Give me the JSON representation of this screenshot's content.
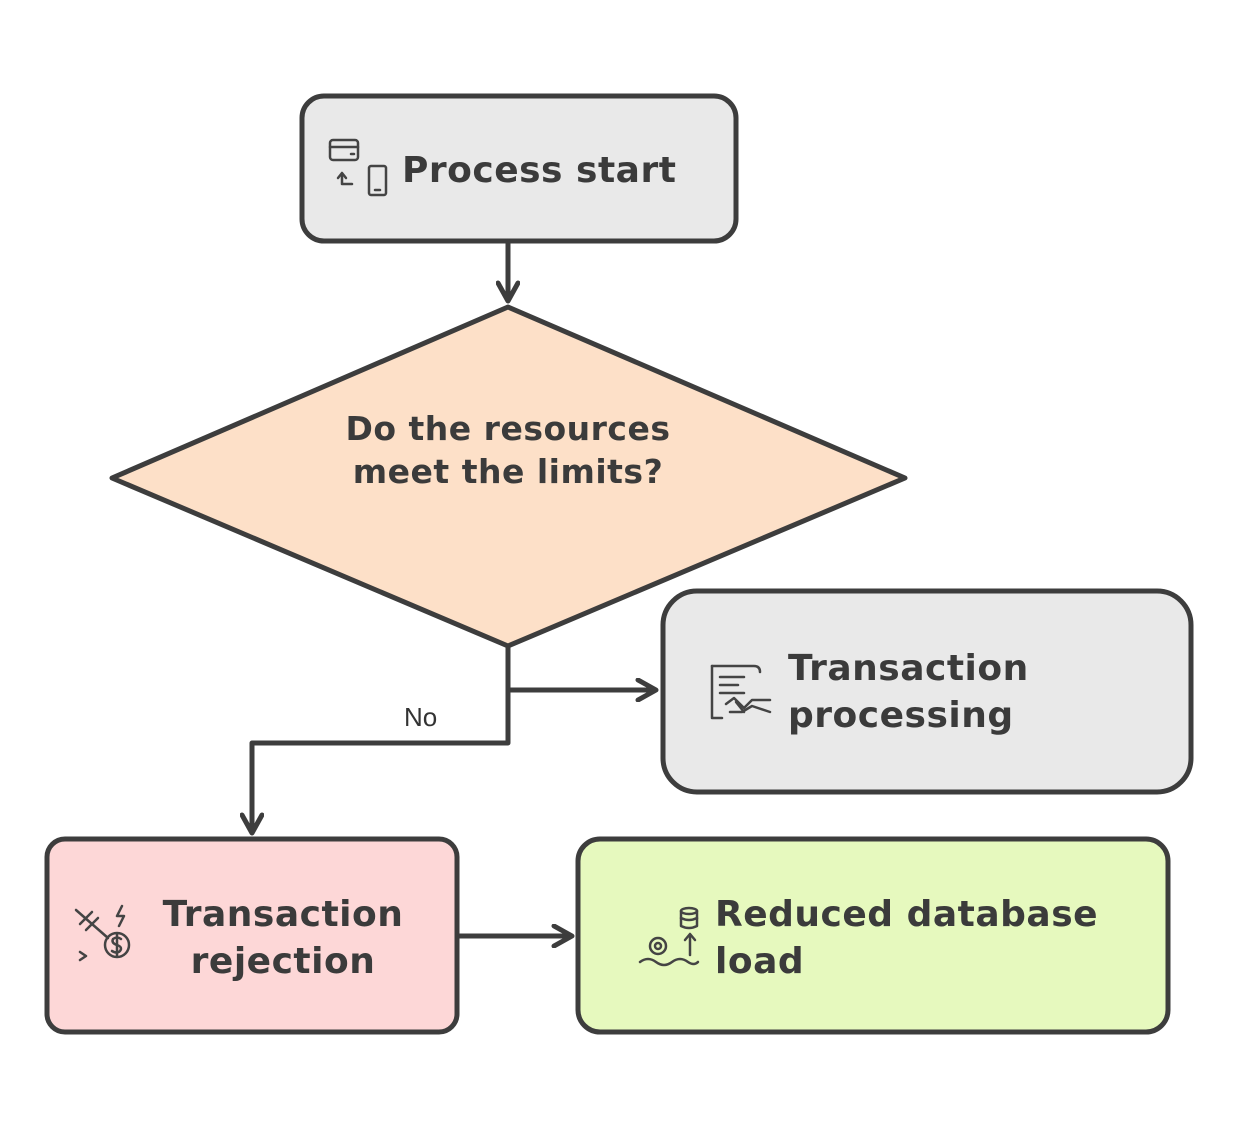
{
  "nodes": {
    "start": {
      "label": "Process start",
      "fill": "#e9e9e9",
      "icon": "card-to-phone-icon"
    },
    "decision": {
      "label": "Do the resources meet the limits?",
      "fill": "#fde0c8"
    },
    "processing": {
      "label": "Transaction processing",
      "fill": "#e9e9e9",
      "icon": "contract-handshake-icon"
    },
    "rejection": {
      "label": "Transaction rejection",
      "fill": "#fdd7d7",
      "icon": "declined-payment-icon"
    },
    "reduced": {
      "label": "Reduced database load",
      "fill": "#e6f9be",
      "icon": "database-load-icon"
    }
  },
  "edges": {
    "no_label": "No"
  },
  "colors": {
    "stroke": "#3d3d3d",
    "text": "#3b3b3b"
  }
}
